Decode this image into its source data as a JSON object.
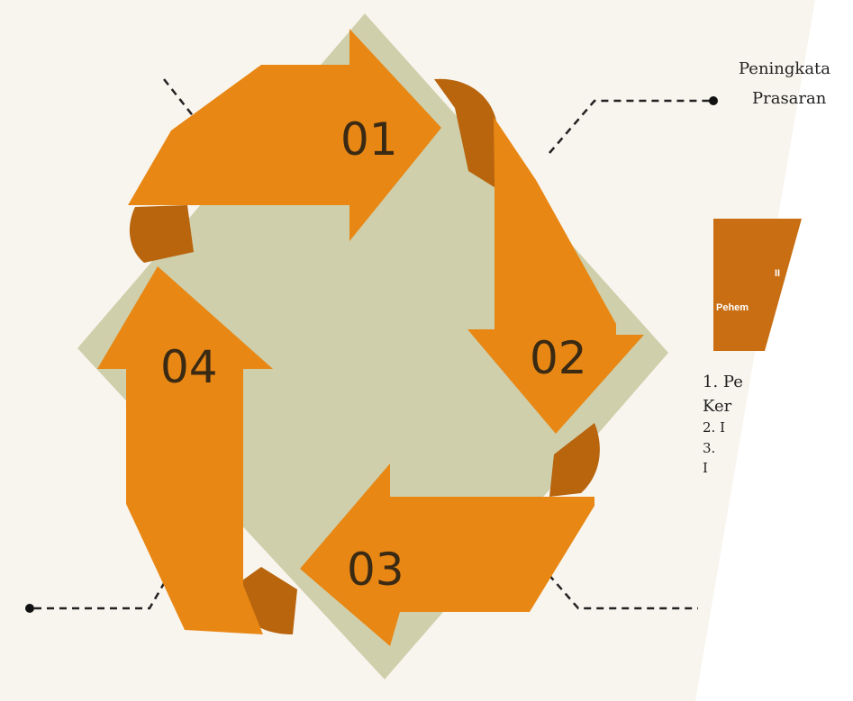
{
  "diagram": {
    "steps": [
      {
        "number": "01",
        "color": "#E88714"
      },
      {
        "number": "02",
        "color": "#E88714"
      },
      {
        "number": "03",
        "color": "#E88714"
      },
      {
        "number": "04",
        "color": "#E88714"
      }
    ],
    "colors": {
      "background_slab": "#CFCFAB",
      "core": "#C7C595",
      "arrow": "#E88714",
      "arrow_fold": "#B8650E",
      "page_shade": "#F6F2EA",
      "box": "#C96E12"
    }
  },
  "notes": {
    "top_right_line1": "Peningkata",
    "top_right_line2": "Prasaran",
    "box_line1": "II",
    "box_line2": "Pehem",
    "list_line1": "1. Pe",
    "list_line2": "Ker",
    "list_line3": "2. I",
    "list_line4": "3.",
    "list_line5": "I"
  }
}
